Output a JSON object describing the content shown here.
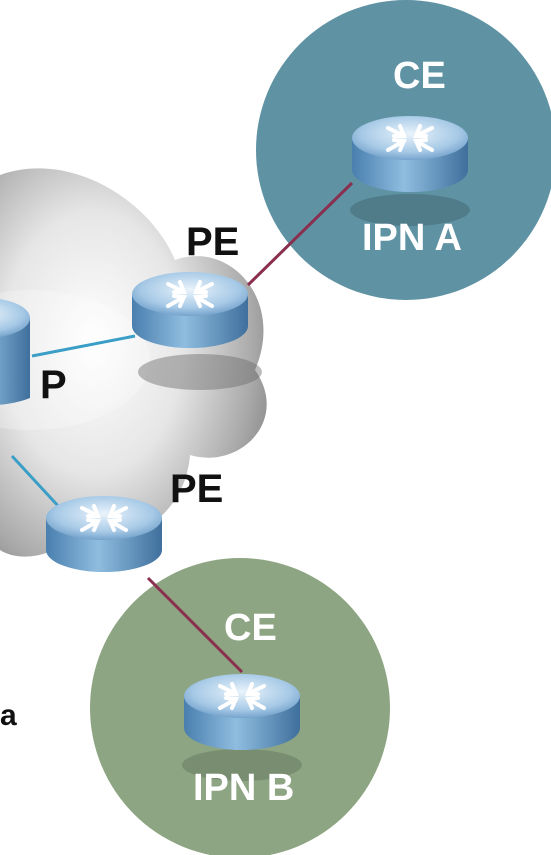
{
  "labels": {
    "ce_top": "CE",
    "ipn_a": "IPN A",
    "pe_top": "PE",
    "p": "P",
    "pe_bottom": "PE",
    "ce_bottom": "CE",
    "ipn_b": "IPN B",
    "edge_fragment": "a"
  },
  "colors": {
    "site_a_fill": "#5f93a3",
    "site_b_fill": "#8ea583",
    "core_link": "#3b9ec7",
    "access_link": "#8a2f4f",
    "router_body": "#6f9ec8"
  },
  "icons": {
    "router": "router-icon",
    "cloud": "provider-cloud"
  }
}
